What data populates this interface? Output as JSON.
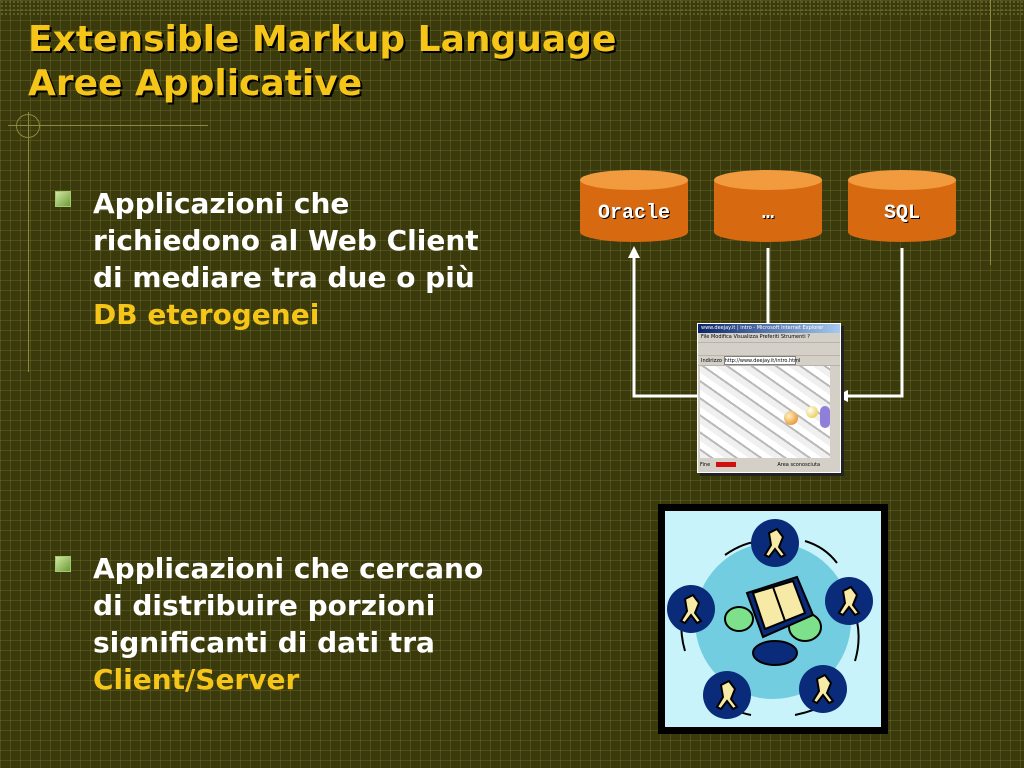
{
  "slide": {
    "title_line1": "Extensible Markup Language",
    "title_line2": "Aree Applicative"
  },
  "bullets": [
    {
      "text": "Applicazioni che richiedono al Web Client di mediare tra due o più ",
      "highlight": "DB eterogenei"
    },
    {
      "text": "Applicazioni che cercano di distribuire porzioni significanti di dati tra ",
      "highlight": "Client/Server"
    }
  ],
  "databases": [
    {
      "label": "Oracle"
    },
    {
      "label": "…"
    },
    {
      "label": "SQL"
    }
  ],
  "browser": {
    "title": "www.deejay.it | intro - Microsoft Internet Explorer",
    "menu": "File  Modifica  Visualizza  Preferiti  Strumenti  ?",
    "address_label": "Indirizzo",
    "address": "http://www.deejay.it/intro.html",
    "status_left": "Fine",
    "status_right": "Area sconosciuta"
  },
  "colors": {
    "title": "#f5c518",
    "highlight": "#f5c518",
    "db_body": "#d76a10",
    "db_top": "#f19a3e",
    "background": "#3a3a0c"
  },
  "icons": {
    "bullet": "square-bullet-icon",
    "clipart": "client-server-people-icon"
  }
}
